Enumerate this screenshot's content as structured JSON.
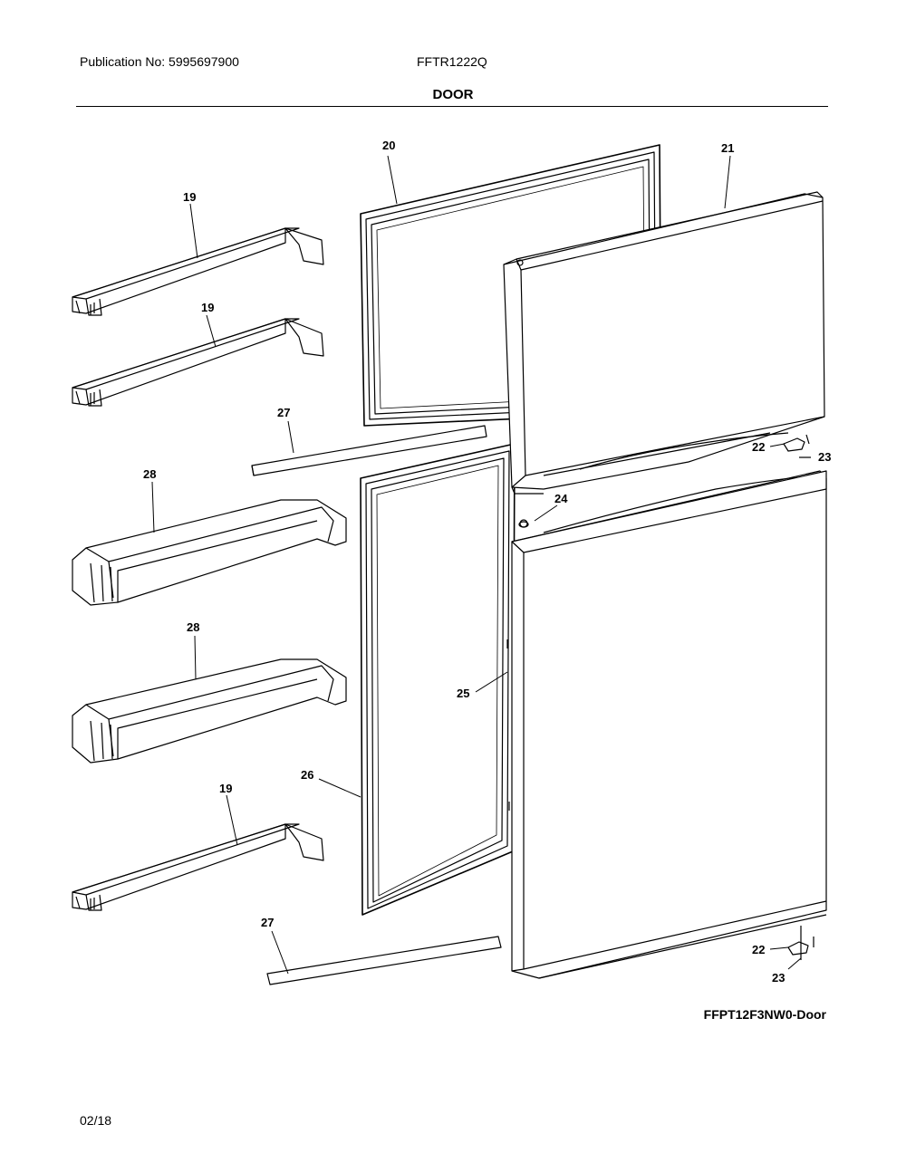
{
  "header": {
    "publication": "Publication No: 5995697900",
    "model": "FFTR1222Q",
    "section": "DOOR"
  },
  "callouts": {
    "c19a": "19",
    "c19b": "19",
    "c19c": "19",
    "c20": "20",
    "c21": "21",
    "c22a": "22",
    "c22b": "22",
    "c23a": "23",
    "c23b": "23",
    "c24": "24",
    "c25": "25",
    "c26": "26",
    "c27a": "27",
    "c27b": "27",
    "c28a": "28",
    "c28b": "28"
  },
  "footer": {
    "figure_id": "FFPT12F3NW0-Door",
    "date": "02/18"
  }
}
